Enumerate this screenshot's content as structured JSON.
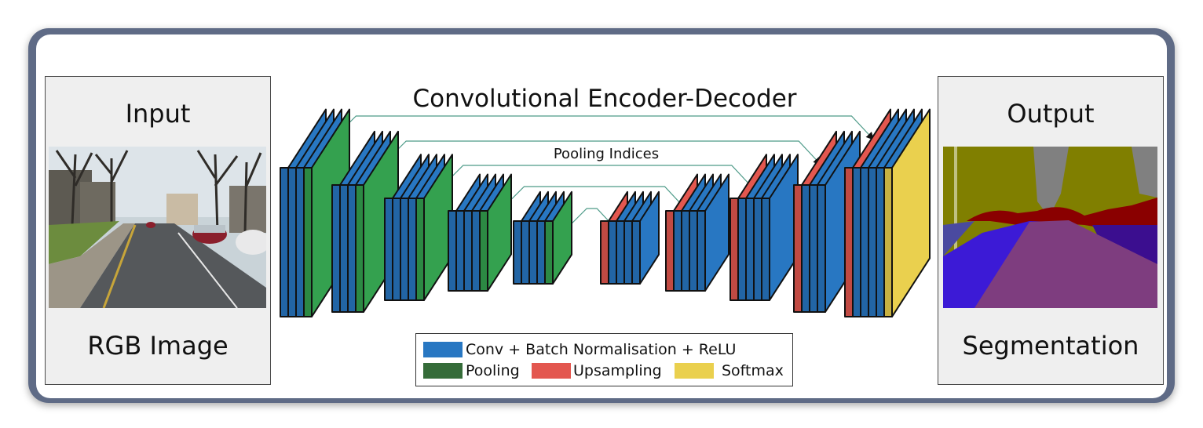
{
  "colors": {
    "conv": "#2877c2",
    "pool": "#34a14f",
    "upsample": "#e3574f",
    "softmax": "#ead04e",
    "skip_line": "#4d9a88",
    "frame": "#5f6b86"
  },
  "input": {
    "title": "Input",
    "caption": "RGB Image"
  },
  "output": {
    "title": "Output",
    "caption": "Segmentation"
  },
  "network": {
    "title": "Convolutional Encoder-Decoder",
    "skip_label": "Pooling Indices"
  },
  "legend": {
    "items": [
      {
        "label": "Conv + Batch Normalisation + ReLU",
        "color": "#2877c2"
      },
      {
        "label": "Pooling",
        "color": "#356c39"
      },
      {
        "label": "Upsampling",
        "color": "#e3574f"
      },
      {
        "label": "Softmax",
        "color": "#ead04e"
      }
    ]
  }
}
